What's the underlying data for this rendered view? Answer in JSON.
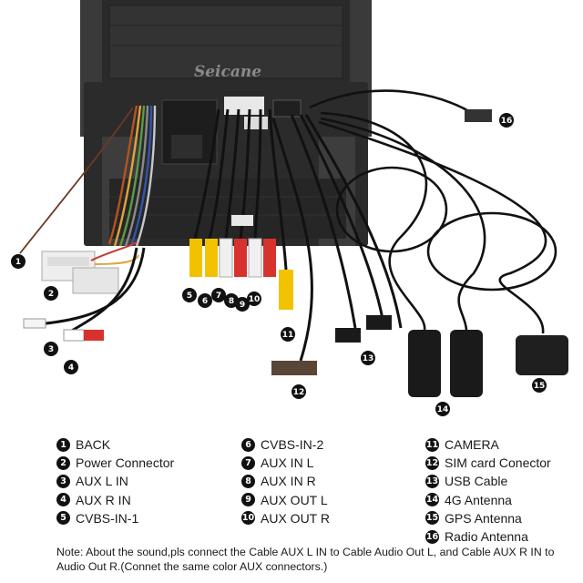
{
  "figure": {
    "brand": "Seicane"
  },
  "legend": {
    "col1": [
      {
        "n": "1",
        "label": "BACK"
      },
      {
        "n": "2",
        "label": "Power Connector"
      },
      {
        "n": "3",
        "label": "AUX L IN"
      },
      {
        "n": "4",
        "label": "AUX R IN"
      },
      {
        "n": "5",
        "label": "CVBS-IN-1"
      }
    ],
    "col2": [
      {
        "n": "6",
        "label": "CVBS-IN-2"
      },
      {
        "n": "7",
        "label": "AUX IN L"
      },
      {
        "n": "8",
        "label": "AUX IN R"
      },
      {
        "n": "9",
        "label": "AUX OUT L"
      },
      {
        "n": "10",
        "label": "AUX OUT R"
      }
    ],
    "col3": [
      {
        "n": "11",
        "label": "CAMERA"
      },
      {
        "n": "12",
        "label": "SIM card Conector"
      },
      {
        "n": "13",
        "label": "USB Cable"
      },
      {
        "n": "14",
        "label": "4G Antenna"
      },
      {
        "n": "15",
        "label": "GPS Antenna"
      },
      {
        "n": "16",
        "label": "Radio Antenna"
      }
    ]
  },
  "note": "Note: About the sound,pls connect the Cable AUX L IN to Cable Audio Out L, and Cable AUX R IN to Audio Out R.(Connet the same color AUX connectors.)",
  "colors": {
    "yellow": "#f2c200",
    "red": "#d8322e",
    "white": "#f0f0f0",
    "unit": "#2b2b2b",
    "cable": "#111111"
  }
}
